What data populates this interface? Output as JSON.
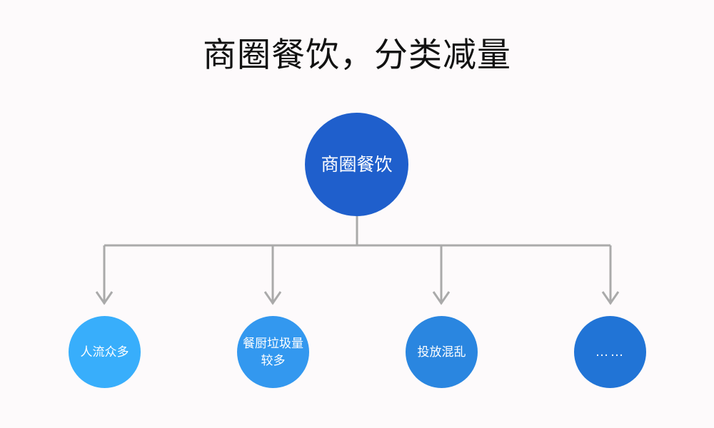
{
  "slide": {
    "title": "商圈餐饮，分类减量",
    "background_color": "#fdfafb"
  },
  "diagram": {
    "type": "tree",
    "connector_color": "#aaaaaa",
    "root": {
      "label": "商圈餐饮",
      "color": "#1f5fcc",
      "text_color": "#ffffff"
    },
    "children": [
      {
        "label": "人流众多",
        "color": "#38aefb",
        "text_color": "#ffffff"
      },
      {
        "label": "餐厨垃圾量\n较多",
        "color": "#3398ef",
        "text_color": "#ffffff"
      },
      {
        "label": "投放混乱",
        "color": "#2a86e0",
        "text_color": "#ffffff"
      },
      {
        "label": "……",
        "color": "#2174d6",
        "text_color": "#ffffff"
      }
    ]
  }
}
